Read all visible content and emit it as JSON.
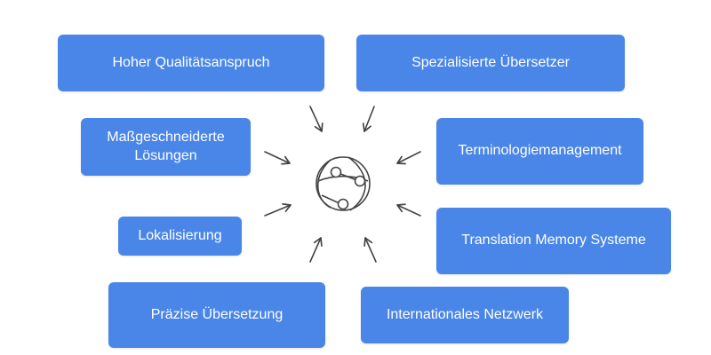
{
  "diagram": {
    "center_icon": "globe-network-icon",
    "colors": {
      "box_fill": "#4a86e8",
      "box_text": "#ffffff",
      "arrow": "#444444"
    },
    "boxes": [
      {
        "label": "Hoher Qualitätsanspruch"
      },
      {
        "label": "Spezialisierte Übersetzer"
      },
      {
        "label": "Maßgeschneiderte\nLösungen"
      },
      {
        "label": "Terminologiemanagement"
      },
      {
        "label": "Lokalisierung"
      },
      {
        "label": "Translation Memory Systeme"
      },
      {
        "label": "Präzise Übersetzung"
      },
      {
        "label": "Internationales Netzwerk"
      }
    ]
  }
}
